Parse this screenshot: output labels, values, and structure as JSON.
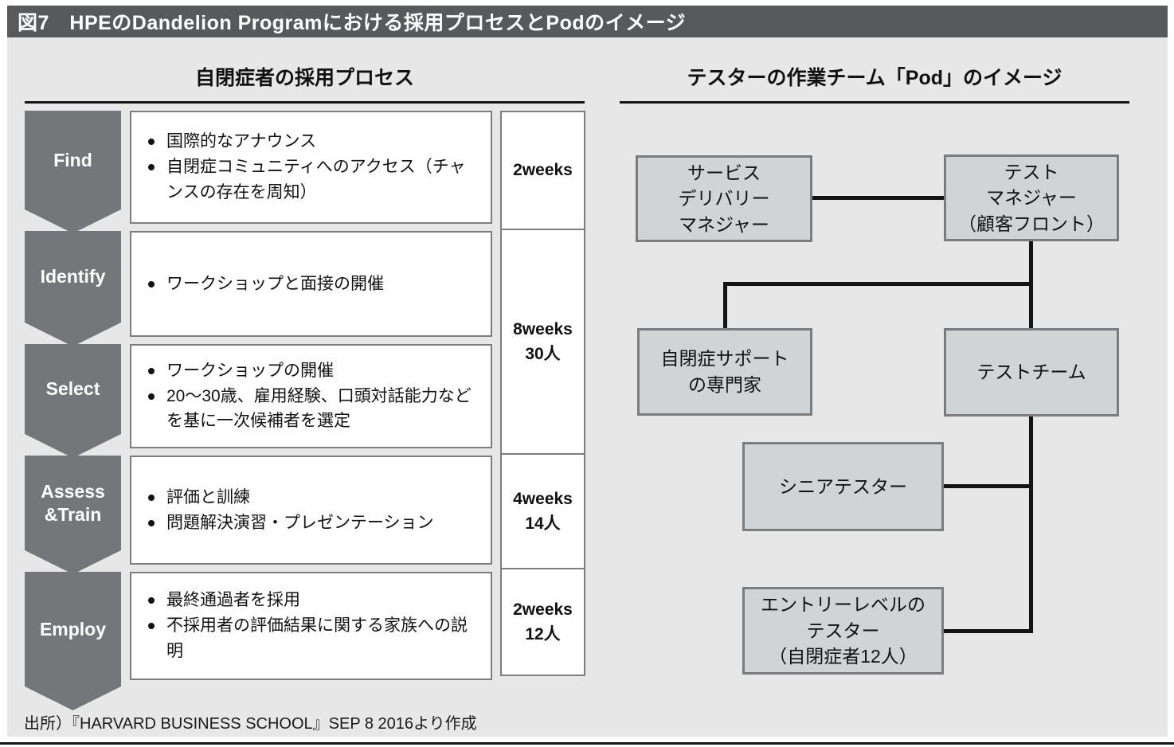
{
  "figure": {
    "title": "図7　HPEのDandelion Programにおける採用プロセスとPodのイメージ",
    "source": "出所）『HARVARD BUSINESS SCHOOL』SEP 8 2016より作成"
  },
  "process": {
    "heading": "自閉症者の採用プロセス",
    "stages": [
      {
        "label": "Find",
        "bullets": [
          "国際的なアナウンス",
          "自閉症コミュニティへのアクセス（チャンスの存在を周知）"
        ]
      },
      {
        "label": "Identify",
        "bullets": [
          "ワークショップと面接の開催"
        ]
      },
      {
        "label": "Select",
        "bullets": [
          "ワークショップの開催",
          "20〜30歳、雇用経験、口頭対話能力などを基に一次候補者を選定"
        ]
      },
      {
        "label": "Assess\n&Train",
        "bullets": [
          "評価と訓練",
          "問題解決演習・プレゼンテーション"
        ]
      },
      {
        "label": "Employ",
        "bullets": [
          "最終通過者を採用",
          "不採用者の評価結果に関する家族への説明"
        ]
      }
    ],
    "durations": [
      "2weeks",
      "8weeks\n30人",
      "4weeks\n14人",
      "2weeks\n12人"
    ]
  },
  "pod": {
    "heading": "テスターの作業チーム「Pod」のイメージ",
    "nodes": {
      "service_delivery_manager": "サービス\nデリバリー\nマネジャー",
      "test_manager": "テスト\nマネジャー\n（顧客フロント）",
      "autism_support_expert": "自閉症サポート\nの専門家",
      "test_team": "テストチーム",
      "senior_tester": "シニアテスター",
      "entry_level_tester": "エントリーレベルの\nテスター\n（自閉症者12人）"
    }
  },
  "colors": {
    "title_bar": "#58595b",
    "panel_background": "#e7e7e8",
    "stage_arrow": "#747679",
    "box_border": "#7c7d7f",
    "pod_box_fill": "#d2d3d4",
    "connector_line": "#141414"
  }
}
